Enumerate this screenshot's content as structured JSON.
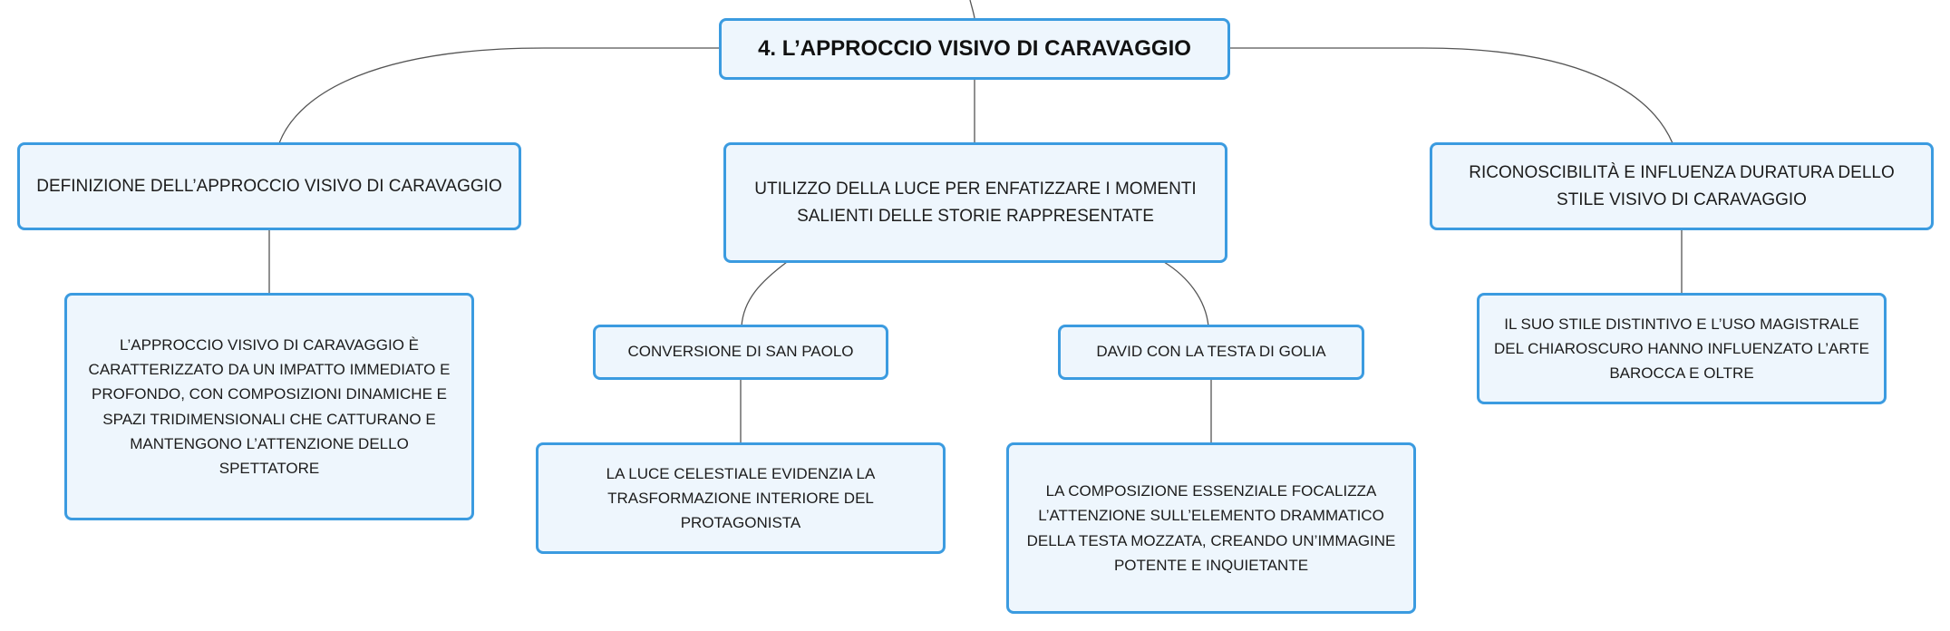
{
  "colors": {
    "node_border": "#3b9be0",
    "node_fill": "#eef6fd",
    "connector": "#555555"
  },
  "diagram": {
    "root": "4. L’APPROCCIO VISIVO DI CARAVAGGIO",
    "definition": {
      "title": "DEFINIZIONE DELL’APPROCCIO VISIVO DI CARAVAGGIO",
      "detail": "L’APPROCCIO VISIVO DI CARAVAGGIO È CARATTERIZZATO DA UN IMPATTO IMMEDIATO E PROFONDO, CON COMPOSIZIONI DINAMICHE E SPAZI TRIDIMENSIONALI CHE CATTURANO E MANTENGONO L’ATTENZIONE DELLO SPETTATORE"
    },
    "light": {
      "title": "UTILIZZO DELLA LUCE PER ENFATIZZARE I MOMENTI SALIENTI DELLE STORIE RAPPRESENTATE",
      "example1": {
        "title": "CONVERSIONE DI SAN PAOLO",
        "detail": "LA LUCE CELESTIALE EVIDENZIA LA TRASFORMAZIONE INTERIORE DEL PROTAGONISTA"
      },
      "example2": {
        "title": "DAVID CON LA TESTA DI GOLIA",
        "detail": "LA COMPOSIZIONE ESSENZIALE FOCALIZZA L’ATTENZIONE SULL’ELEMENTO DRAMMATICO DELLA TESTA MOZZATA, CREANDO UN’IMMAGINE POTENTE E INQUIETANTE"
      }
    },
    "influence": {
      "title": "RICONOSCIBILITÀ E INFLUENZA DURATURA DELLO STILE VISIVO DI CARAVAGGIO",
      "detail": "IL SUO STILE DISTINTIVO E L’USO MAGISTRALE DEL CHIAROSCURO HANNO INFLUENZATO L’ARTE BAROCCA E OLTRE"
    }
  }
}
